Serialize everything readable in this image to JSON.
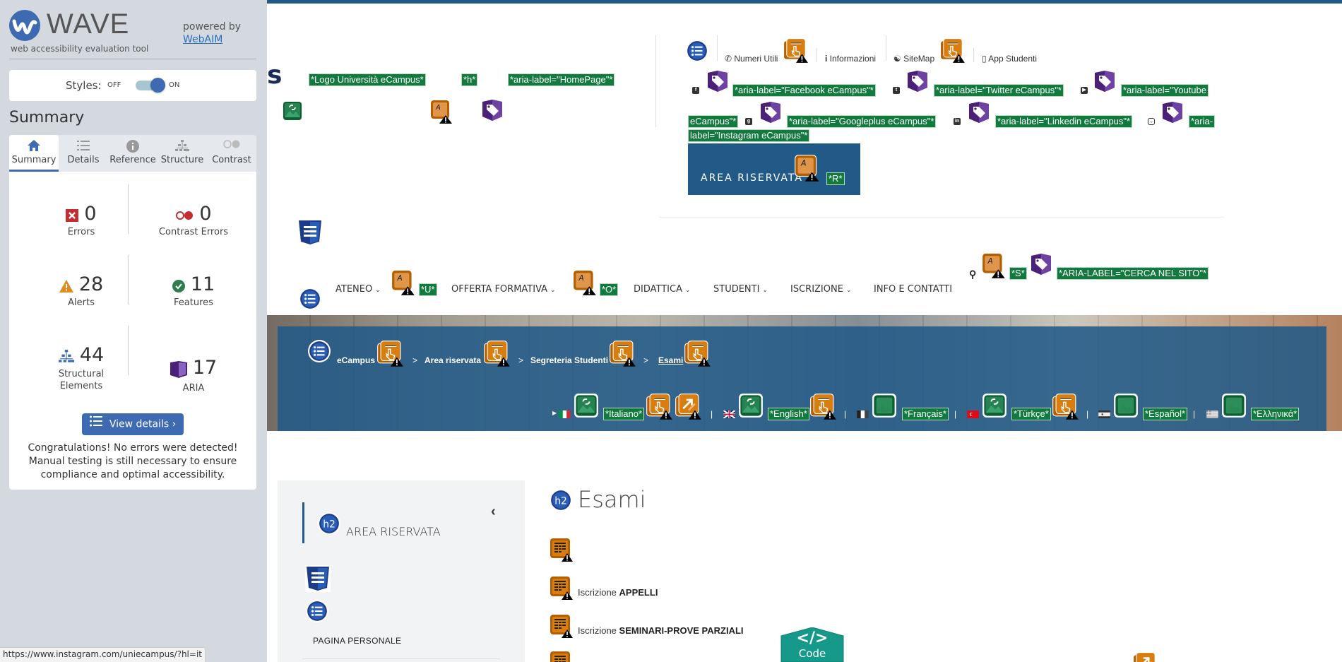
{
  "wave": {
    "title": "WAVE",
    "subtitle": "web accessibility evaluation tool",
    "powered_by": "powered by",
    "webaim_link": "WebAIM",
    "styles": {
      "label": "Styles:",
      "off": "OFF",
      "on": "ON",
      "enabled": true
    },
    "section_title": "Summary",
    "tabs": [
      {
        "label": "Summary",
        "icon": "home-icon",
        "active": true
      },
      {
        "label": "Details",
        "icon": "list-icon",
        "active": false
      },
      {
        "label": "Reference",
        "icon": "info-icon",
        "active": false
      },
      {
        "label": "Structure",
        "icon": "structure-icon",
        "active": false
      },
      {
        "label": "Contrast",
        "icon": "contrast-icon",
        "active": false
      }
    ],
    "stats": {
      "errors": {
        "count": "0",
        "label": "Errors",
        "color": "#c52e31"
      },
      "contrast_errors": {
        "count": "0",
        "label": "Contrast Errors",
        "color": "#c52e31"
      },
      "alerts": {
        "count": "28",
        "label": "Alerts",
        "color": "#e18a1e"
      },
      "features": {
        "count": "11",
        "label": "Features",
        "color": "#2e7d4f"
      },
      "structural": {
        "count": "44",
        "label": "Structural Elements",
        "color": "#3e6ab2"
      },
      "aria": {
        "count": "17",
        "label": "ARIA",
        "color": "#5a2a8a"
      }
    },
    "view_details": "View details ›",
    "congrats": "Congratulations! No errors were detected! Manual testing is still necessary to ensure compliance and optimal accessibility.",
    "status_url": "https://www.instagram.com/uniecampus/?hl=it"
  },
  "page": {
    "brand_fragment": "s",
    "header_labels": {
      "logo_alt": "*Logo Università eCampus*",
      "h": "*h*",
      "home_aria": "*aria-label=\"HomePage\"*"
    },
    "utility_links": [
      {
        "label": "Numeri Utili",
        "icon": "phone-icon"
      },
      {
        "label": "Informazioni",
        "icon": "info-icon"
      },
      {
        "label": "SiteMap",
        "icon": "sitemap-icon"
      },
      {
        "label": "App Studenti",
        "icon": "mobile-icon"
      }
    ],
    "social_labels": {
      "facebook": "*aria-label=\"Facebook eCampus\"*",
      "twitter": "*aria-label=\"Twitter eCampus\"*",
      "youtube_1": "*aria-label=\"Youtube",
      "youtube_2": "eCampus\"*",
      "googleplus": "*aria-label=\"Googleplus eCampus\"*",
      "linkedin": "*aria-label=\"Linkedin eCampus\"*",
      "instagram_1": "*aria-",
      "instagram_2": "label=\"Instagram eCampus\"*"
    },
    "area_riservata": {
      "label": "AREA RISERVATA",
      "wave_label": "*R*"
    },
    "nav": [
      {
        "label": "ATENEO",
        "dropdown": true,
        "wave_label": "*U*"
      },
      {
        "label": "OFFERTA FORMATIVA",
        "dropdown": true,
        "wave_label": "*O*"
      },
      {
        "label": "DIDATTICA",
        "dropdown": true
      },
      {
        "label": "STUDENTI",
        "dropdown": true
      },
      {
        "label": "ISCRIZIONE",
        "dropdown": true
      },
      {
        "label": "INFO E CONTATTI",
        "dropdown": false
      }
    ],
    "search": {
      "wave_label": "*S*",
      "aria_label": "*ARIA-LABEL=\"CERCA NEL SITO\"*"
    },
    "breadcrumb": [
      {
        "label": "eCampus"
      },
      {
        "label": "Area riservata"
      },
      {
        "label": "Segreteria Studenti"
      },
      {
        "label": "Esami",
        "current": true
      }
    ],
    "breadcrumb_sep": ">",
    "languages": [
      {
        "label": "*Italiano*"
      },
      {
        "label": "*English*"
      },
      {
        "label": "*Français*"
      },
      {
        "label": "*Türkçe*"
      },
      {
        "label": "*Español*"
      },
      {
        "label": "*Ελληνικά*"
      }
    ],
    "lang_sep": "|",
    "sidebar": {
      "title": "AREA RISERVATA",
      "collapse": "‹",
      "link": "PAGINA PERSONALE"
    },
    "main": {
      "heading": "Esami",
      "links": [
        {
          "prefix": "",
          "bold": ""
        },
        {
          "prefix": "Iscrizione ",
          "bold": "APPELLI"
        },
        {
          "prefix": "Iscrizione ",
          "bold": "SEMINARI-PROVE PARZIALI"
        }
      ]
    },
    "code_button": {
      "symbol": "</>",
      "label": "Code"
    }
  }
}
